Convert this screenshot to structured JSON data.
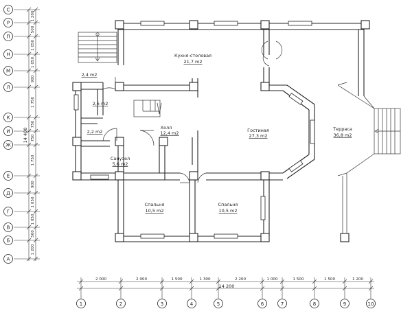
{
  "rooms": {
    "kitchen": {
      "name": "Кухня-столовая",
      "area": "21,7 m2"
    },
    "living": {
      "name": "Гостиная",
      "area": "27,3 m2"
    },
    "terrace": {
      "name": "Терраса",
      "area": "36,8 m2"
    },
    "hall": {
      "name": "Холл",
      "area": "12,4 m2"
    },
    "bath": {
      "name": "Санузел",
      "area": "5,6 m2"
    },
    "bed1": {
      "name": "Спальня",
      "area": "10,5 m2"
    },
    "bed2": {
      "name": "Спальня",
      "area": "10,5 m2"
    },
    "small1": {
      "area": "2,4 m2"
    },
    "small2": {
      "area": "2,6 m2"
    },
    "small3": {
      "area": "2,2 m2"
    }
  },
  "row_axes": [
    "С",
    "Р",
    "П",
    "Н",
    "М",
    "Л",
    "К",
    "И",
    "Ж",
    "Е",
    "Д",
    "Г",
    "В",
    "Б",
    "А"
  ],
  "row_dims": [
    "1 200",
    "500",
    "1 050",
    "1 050",
    "900",
    "1 750",
    "750",
    "750",
    "1 750",
    "900",
    "1 050",
    "1 050",
    "500",
    "1 200"
  ],
  "row_total": "14 400",
  "col_axes": [
    "1",
    "2",
    "3",
    "4",
    "5",
    "6",
    "7",
    "8",
    "9",
    "10"
  ],
  "col_dims": [
    "2 000",
    "2 000",
    "1 500",
    "1 300",
    "2 200",
    "1 000",
    "1 500",
    "1 500",
    "1 200"
  ],
  "col_total": "14 200"
}
